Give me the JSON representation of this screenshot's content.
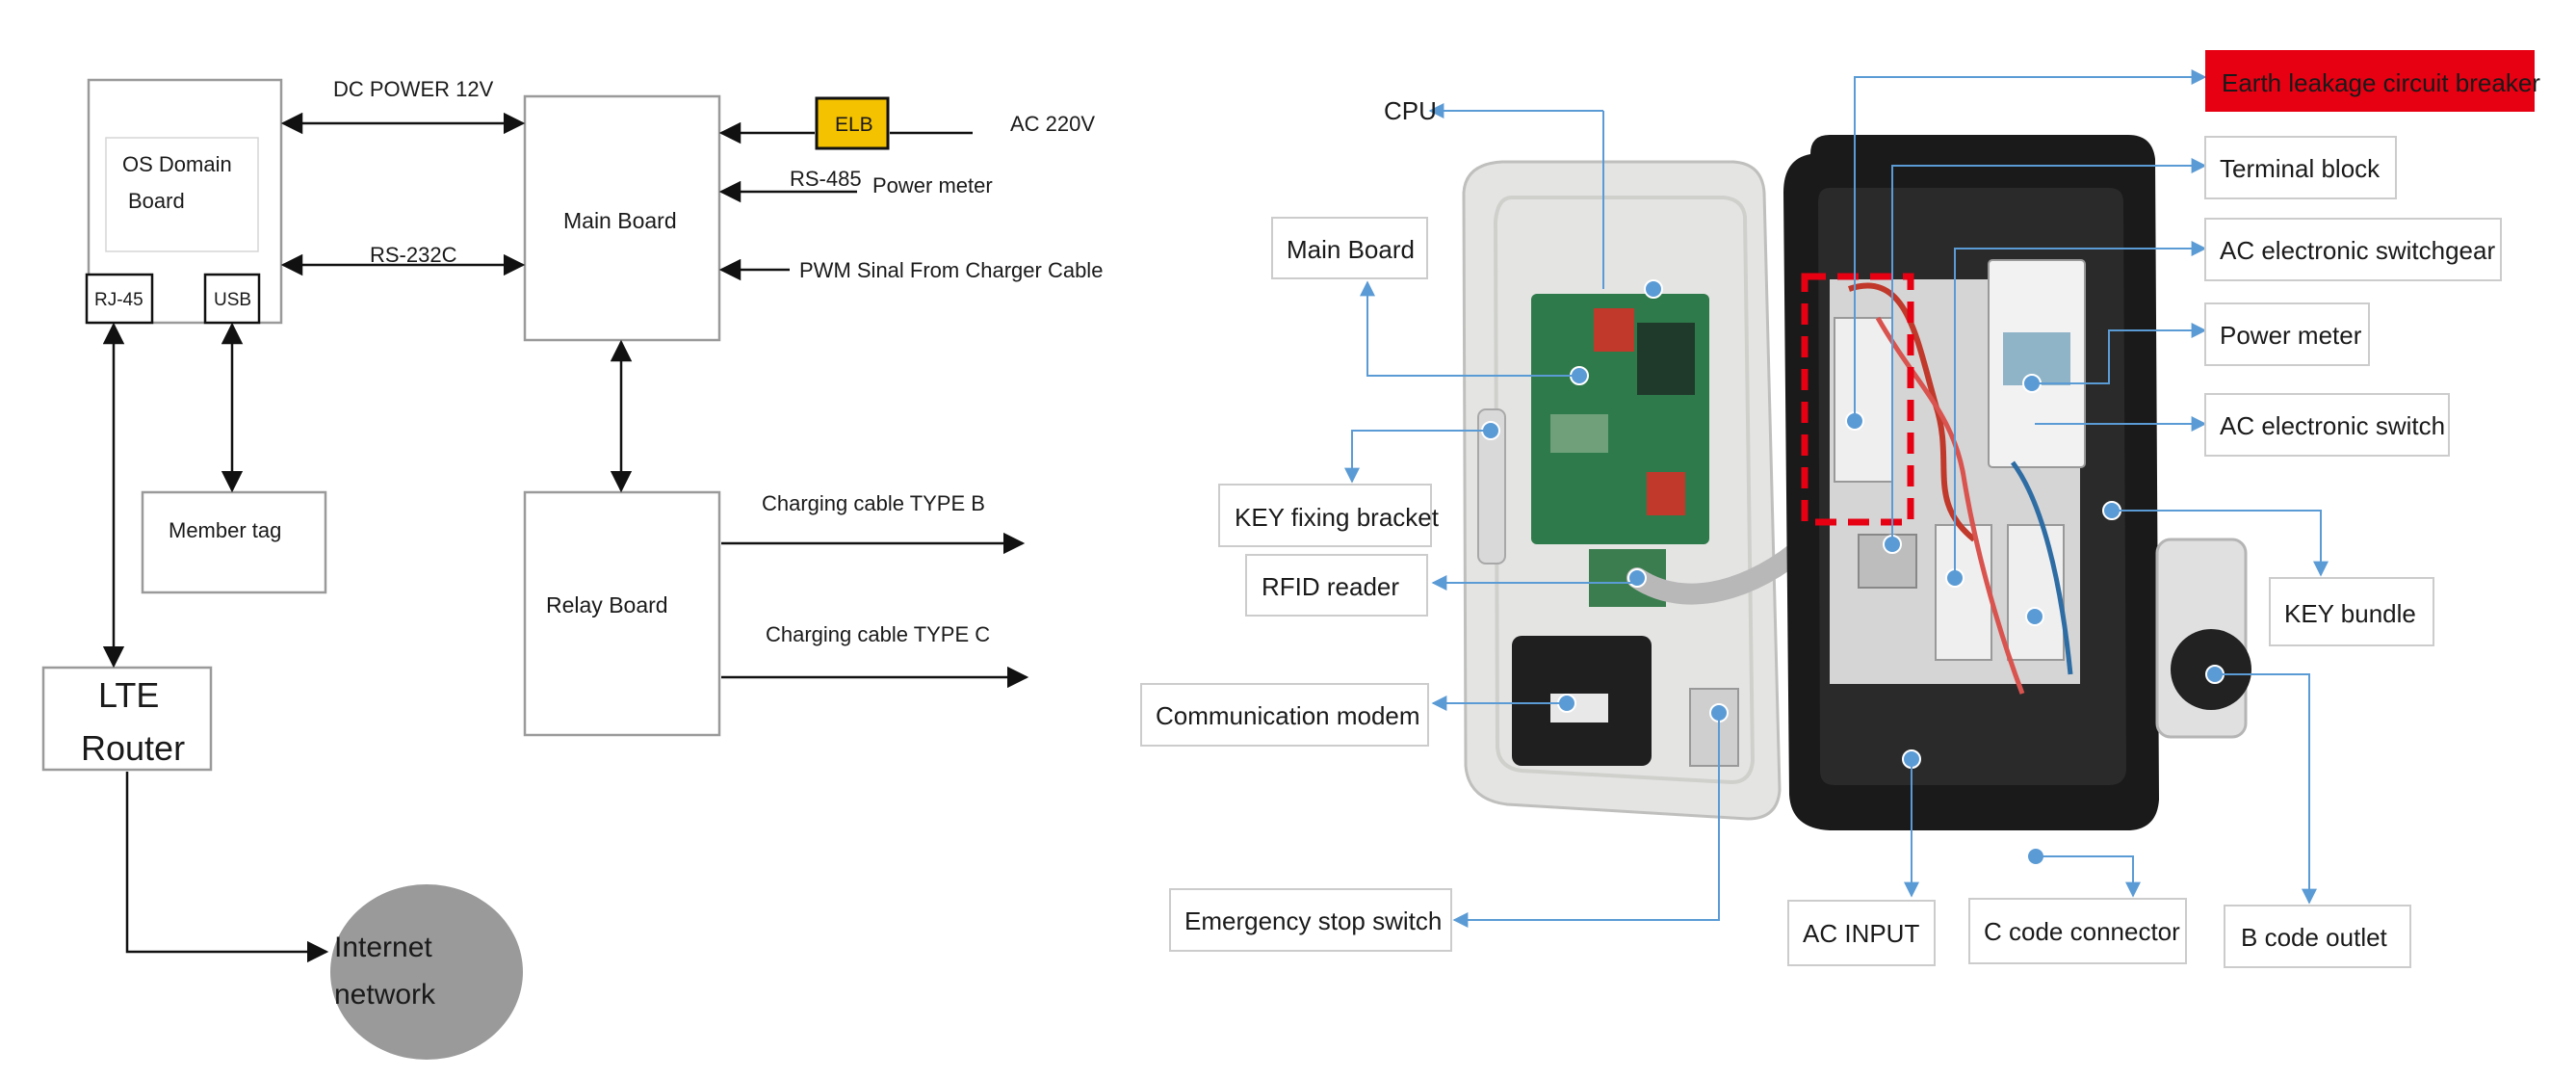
{
  "block_diagram": {
    "os_board": {
      "title_line1": "OS Domain",
      "title_line2": "Board",
      "port_rj45": "RJ-45",
      "port_usb": "USB"
    },
    "main_board": "Main Board",
    "relay_board": "Relay Board",
    "member_tag": "Member tag",
    "lte_router_line1": "LTE",
    "lte_router_line2": "Router",
    "internet_line1": "Internet",
    "internet_line2": "network",
    "elb": "ELB",
    "links": {
      "dc_power": "DC POWER 12V",
      "rs232": "RS-232C",
      "ac220": "AC 220V",
      "rs485": "RS-485",
      "power_meter": "Power meter",
      "pwm": "PWM Sinal From Charger Cable",
      "cable_b": "Charging cable TYPE B",
      "cable_c": "Charging cable TYPE C"
    }
  },
  "photo_callouts": {
    "cpu": "CPU",
    "main_board": "Main Board",
    "key_fixing_bracket": "KEY fixing bracket",
    "rfid_reader": "RFID reader",
    "communication_modem": "Communication modem",
    "emergency_stop_switch": "Emergency stop switch",
    "earth_leakage": "Earth leakage circuit breaker",
    "terminal_block": "Terminal block",
    "ac_switchgear": "AC electronic switchgear",
    "power_meter": "Power meter",
    "ac_switch": "AC electronic switch",
    "key_bundle": "KEY bundle",
    "ac_input": "AC INPUT",
    "c_code_connector": "C code connector",
    "b_code_outlet": "B code outlet"
  },
  "colors": {
    "elb_fill": "#f5c200",
    "rs485_text": "#c0392b",
    "highlight_red": "#e60012",
    "callout_line": "#5b9bd5",
    "internet_fill": "#9a9a9a"
  }
}
